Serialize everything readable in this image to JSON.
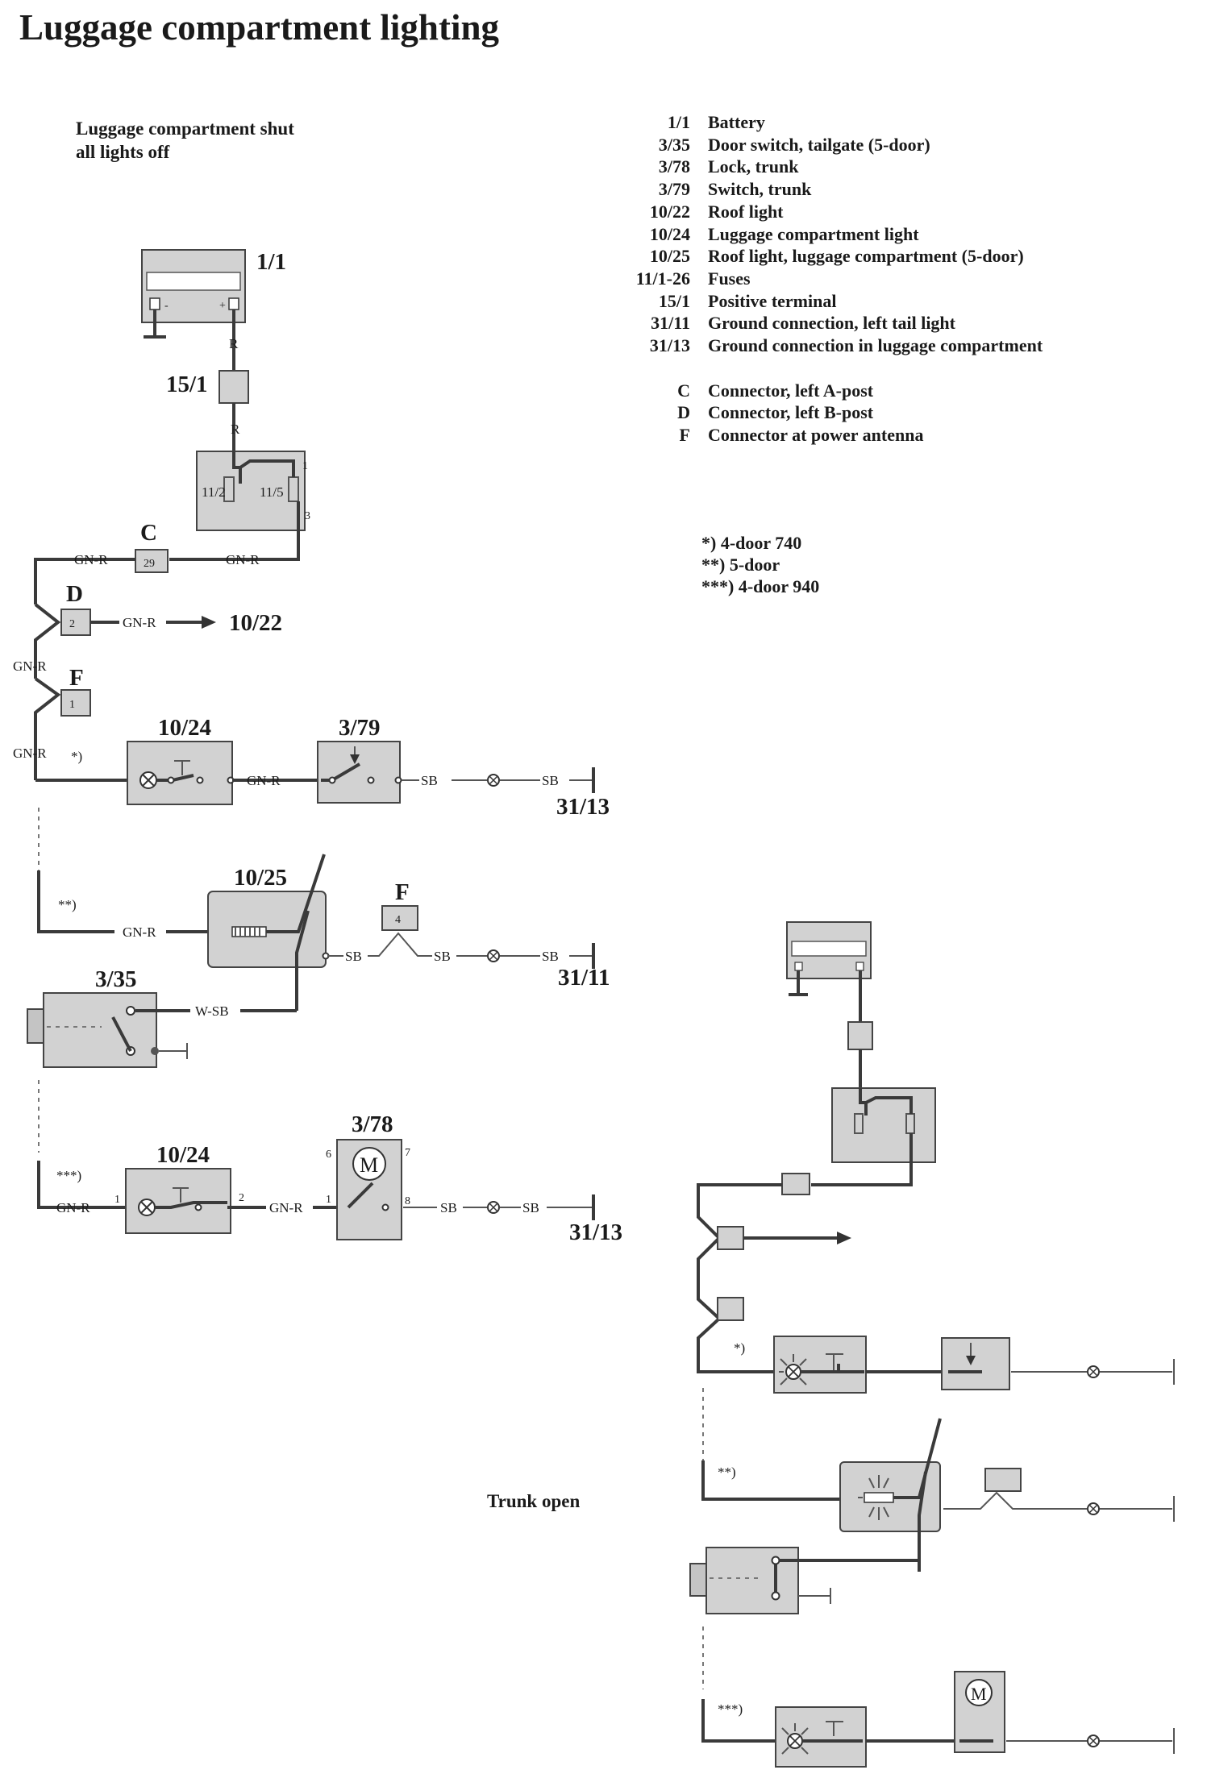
{
  "title": "Luggage compartment lighting",
  "captions": {
    "shut_line1": "Luggage compartment shut",
    "shut_line2": "all lights off",
    "open": "Trunk open"
  },
  "legend": [
    {
      "code": "1/1",
      "desc": "Battery"
    },
    {
      "code": "3/35",
      "desc": "Door switch, tailgate (5-door)"
    },
    {
      "code": "3/78",
      "desc": "Lock, trunk"
    },
    {
      "code": "3/79",
      "desc": "Switch, trunk"
    },
    {
      "code": "10/22",
      "desc": "Roof light"
    },
    {
      "code": "10/24",
      "desc": "Luggage compartment light"
    },
    {
      "code": "10/25",
      "desc": "Roof light, luggage compartment (5-door)"
    },
    {
      "code": "11/1-26",
      "desc": "Fuses"
    },
    {
      "code": "15/1",
      "desc": "Positive terminal"
    },
    {
      "code": "31/11",
      "desc": "Ground connection, left tail light"
    },
    {
      "code": "31/13",
      "desc": "Ground connection in luggage compartment"
    }
  ],
  "legend_connectors": [
    {
      "code": "C",
      "desc": "Connector, left A-post"
    },
    {
      "code": "D",
      "desc": "Connector, left B-post"
    },
    {
      "code": "F",
      "desc": "Connector at power antenna"
    }
  ],
  "notes": [
    "*)  4-door 740",
    "**)  5-door",
    "***)  4-door 940"
  ],
  "components": {
    "battery": "1/1",
    "positive_terminal": "15/1",
    "fuse_left": "11/2",
    "fuse_right": "11/5",
    "fuse_pin_1": "1",
    "fuse_pin_3": "3",
    "connector_c": "C",
    "connector_c_pin": "29",
    "connector_d": "D",
    "connector_d_pin": "2",
    "roof_light_ref": "10/22",
    "connector_f": "F",
    "connector_f_pin": "1",
    "light_1024": "10/24",
    "switch_379": "3/79",
    "ground_3113": "31/13",
    "light_1025": "10/25",
    "connector_f2": "F",
    "connector_f2_pin": "4",
    "ground_3111": "31/11",
    "switch_335": "3/35",
    "light_1024b": "10/24",
    "lock_378": "3/78",
    "pin_1": "1",
    "pin_2": "2",
    "lock_pin_1": "1",
    "lock_pin_6": "6",
    "lock_pin_7": "7",
    "lock_pin_8": "8",
    "ground_3113b": "31/13",
    "lock_motor": "M",
    "lamp_bracket": "T"
  },
  "wires": {
    "r": "R",
    "gn_r": "GN-R",
    "sb": "SB",
    "w_sb": "W-SB",
    "note1": "*)",
    "note2": "**)",
    "note3": "***)"
  }
}
